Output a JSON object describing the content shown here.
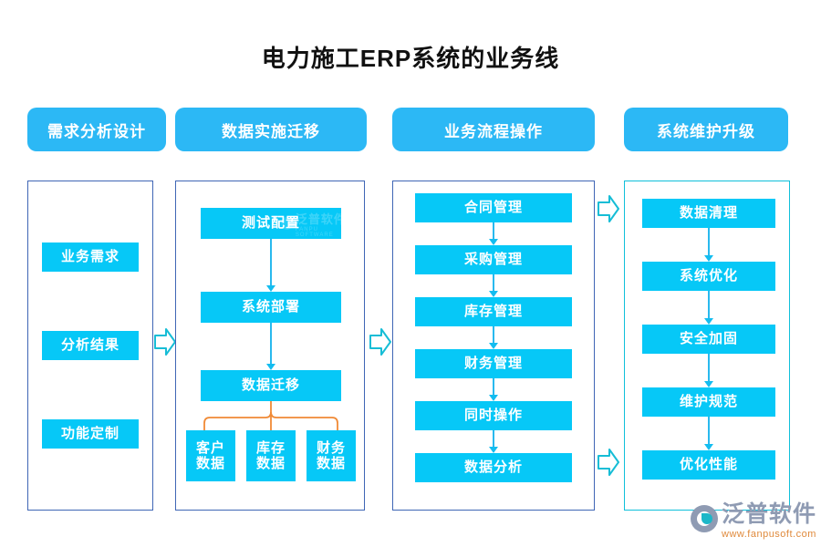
{
  "title": "电力施工ERP系统的业务线",
  "colors": {
    "pill": "#2cb8f5",
    "node": "#06c8f7",
    "container_blue": "#3f66b5",
    "container_teal": "#0fc0da",
    "arrow_cyan": "#13bdf0",
    "branch_orange": "#f08a36",
    "title_text": "#111111",
    "logo_gray": "#8f9bb3",
    "logo_url": "#e08a3c"
  },
  "headers": [
    {
      "label": "需求分析设计"
    },
    {
      "label": "数据实施迁移"
    },
    {
      "label": "业务流程操作"
    },
    {
      "label": "系统维护升级"
    }
  ],
  "columns": [
    {
      "name": "需求分析设计",
      "border": "blue",
      "nodes": [
        {
          "label": "业务需求"
        },
        {
          "label": "分析结果"
        },
        {
          "label": "功能定制"
        }
      ]
    },
    {
      "name": "数据实施迁移",
      "border": "blue",
      "nodes": [
        {
          "label": "测试配置"
        },
        {
          "label": "系统部署"
        },
        {
          "label": "数据迁移"
        }
      ],
      "branch_nodes": [
        {
          "line1": "客户",
          "line2": "数据"
        },
        {
          "line1": "库存",
          "line2": "数据"
        },
        {
          "line1": "财务",
          "line2": "数据"
        }
      ]
    },
    {
      "name": "业务流程操作",
      "border": "blue",
      "nodes": [
        {
          "label": "合同管理"
        },
        {
          "label": "采购管理"
        },
        {
          "label": "库存管理"
        },
        {
          "label": "财务管理"
        },
        {
          "label": "同时操作"
        },
        {
          "label": "数据分析"
        }
      ]
    },
    {
      "name": "系统维护升级",
      "border": "teal",
      "nodes": [
        {
          "label": "数据清理"
        },
        {
          "label": "系统优化"
        },
        {
          "label": "安全加固"
        },
        {
          "label": "维护规范"
        },
        {
          "label": "优化性能"
        }
      ]
    }
  ],
  "watermark": {
    "brand": "泛普软件",
    "sub": "FANPU SOFTWARE",
    "url": "www.fanpusoft.com"
  }
}
